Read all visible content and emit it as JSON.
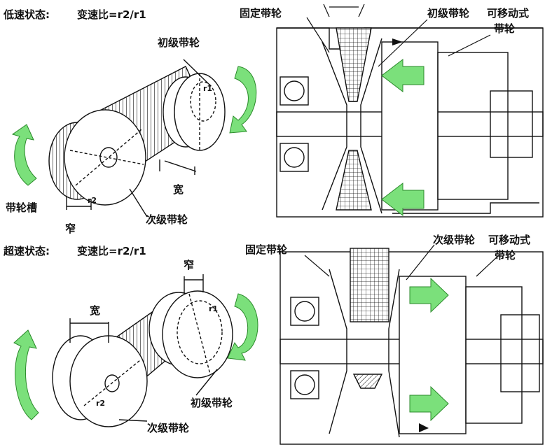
{
  "top": {
    "mode_label": "低速状态:",
    "ratio_label": "变速比=r2/r1",
    "primary_pulley": "初级带轮",
    "secondary_pulley": "次级带轮",
    "wide": "宽",
    "narrow": "窄",
    "groove": "带轮槽",
    "r1": "r1",
    "r2": "r2",
    "fixed_pulley": "固定带轮",
    "section_primary": "初级带轮",
    "movable": "可移动式",
    "movable2": "带轮"
  },
  "bottom": {
    "mode_label": "超速状态:",
    "ratio_label": "变速比=r2/r1",
    "primary_pulley": "初级带轮",
    "secondary_pulley": "次级带轮",
    "wide": "宽",
    "narrow": "窄",
    "r1": "r1",
    "r2": "r2",
    "fixed_pulley": "固定带轮",
    "section_secondary": "次级带轮",
    "movable": "可移动式",
    "movable2": "带轮"
  },
  "colors": {
    "arrow": "#7be07b",
    "line": "#111111"
  }
}
